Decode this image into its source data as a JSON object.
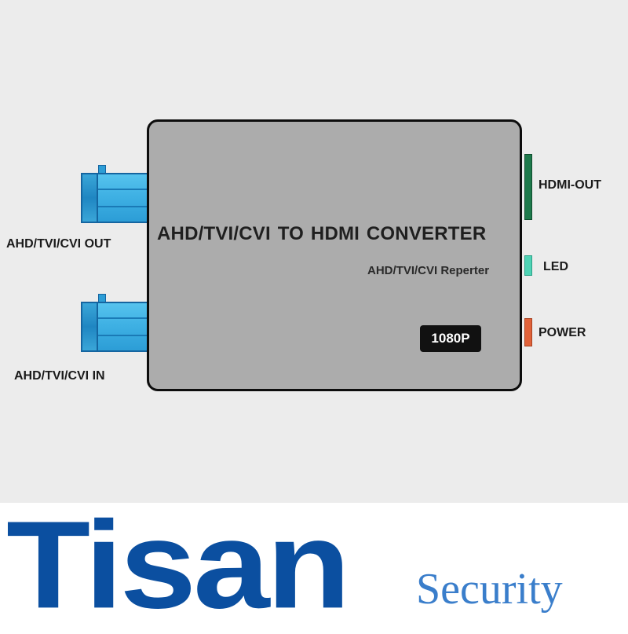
{
  "device": {
    "title": "AHD/TVI/CVI TO HDMI  CONVERTER",
    "subtitle": "AHD/TVI/CVI Reperter",
    "badge": "1080P"
  },
  "ports": {
    "out_label": "AHD/TVI/CVI OUT",
    "in_label": "AHD/TVI/CVI IN",
    "hdmi_label": "HDMI-OUT",
    "led_label": "LED",
    "power_label": "POWER"
  },
  "brand": {
    "name": "Tisan",
    "tagline": "Security"
  },
  "colors": {
    "background": "#ececec",
    "device_body": "#acacac",
    "bnc_connector": "#3fb1e4",
    "hdmi_port": "#1f7a4c",
    "led_port": "#4fd3b5",
    "power_port": "#e0623a",
    "brand_primary": "#0b4fa0",
    "brand_secondary": "#3a7ecb"
  },
  "icons": {
    "bnc_out": "bnc-connector-icon",
    "bnc_in": "bnc-connector-icon"
  }
}
